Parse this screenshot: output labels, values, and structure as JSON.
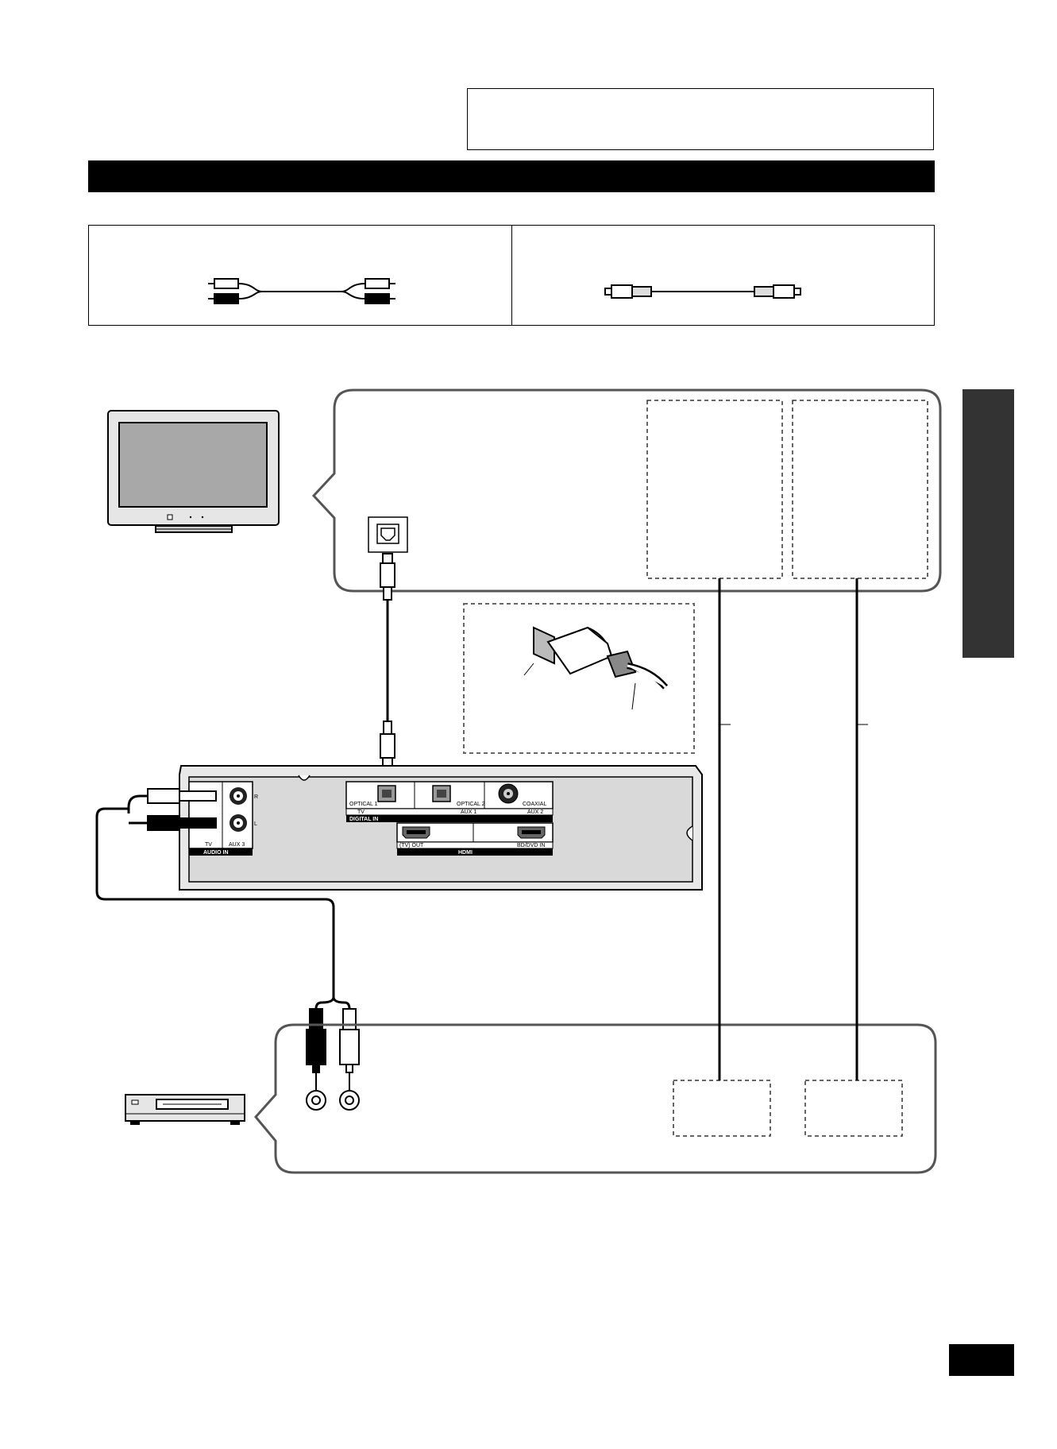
{
  "rear_panel": {
    "digital_in": {
      "optical1_label": "OPTICAL 1",
      "optical2_label": "OPTICAL 2",
      "coaxial_label": "COAXIAL",
      "tv_label": "TV",
      "aux1_label": "AUX 1",
      "aux2_label": "AUX 2",
      "section_label": "DIGITAL IN"
    },
    "hdmi": {
      "tv_out_label": "(TV) OUT",
      "bddvd_in_label": "BD/DVD IN",
      "logo_text": "HDMI"
    },
    "audio_in": {
      "tv_label": "TV",
      "aux3_label": "AUX 3",
      "section_label": "AUDIO IN",
      "r_mark": "R",
      "l_mark": "L"
    }
  },
  "icons": [
    "tv-icon",
    "vcr-icon",
    "rca-cable-icon",
    "optical-cable-icon",
    "optical-jack-icon",
    "rca-jack-icon",
    "hdmi-port-icon",
    "coaxial-jack-icon"
  ],
  "colors": {
    "header_bar": "#000000",
    "side_tab": "#333333",
    "panel_fill": "#d9d9d9",
    "tv_screen": "#a8a8a8"
  }
}
